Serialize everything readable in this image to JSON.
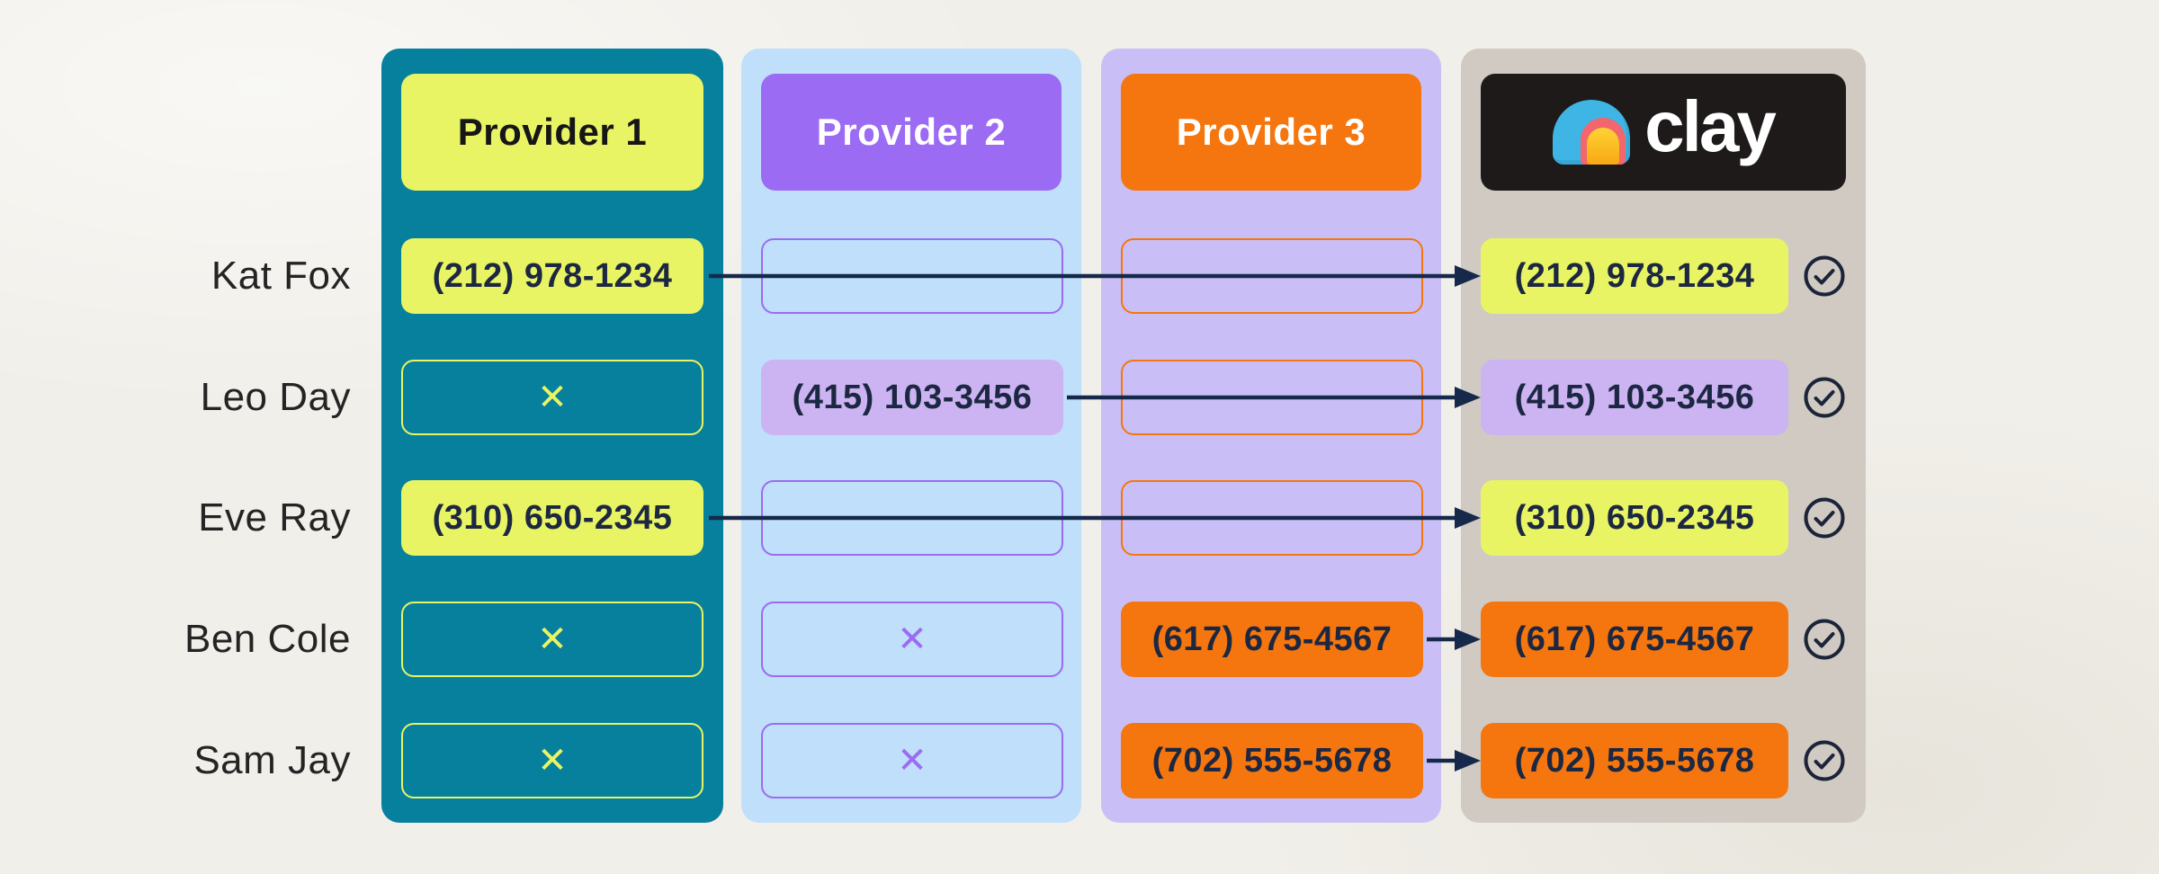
{
  "diagram": {
    "description_columns": [
      {
        "id": "provider1",
        "header": "Provider 1"
      },
      {
        "id": "provider2",
        "header": "Provider 2"
      },
      {
        "id": "provider3",
        "header": "Provider 3"
      },
      {
        "id": "clay",
        "brand": "clay"
      }
    ],
    "rows": [
      {
        "label": "Kat Fox",
        "provider1": "(212) 978-1234",
        "provider2": "",
        "provider3": "",
        "clay": "(212) 978-1234",
        "clay_source": "provider1",
        "verified": true
      },
      {
        "label": "Leo Day",
        "provider1": "✕",
        "provider2": "(415) 103-3456",
        "provider3": "",
        "clay": "(415) 103-3456",
        "clay_source": "provider2",
        "verified": true
      },
      {
        "label": "Eve Ray",
        "provider1": "(310) 650-2345",
        "provider2": "",
        "provider3": "",
        "clay": "(310) 650-2345",
        "clay_source": "provider1",
        "verified": true
      },
      {
        "label": "Ben Cole",
        "provider1": "✕",
        "provider2": "✕",
        "provider3": "(617) 675-4567",
        "clay": "(617) 675-4567",
        "clay_source": "provider3",
        "verified": true
      },
      {
        "label": "Sam Jay",
        "provider1": "✕",
        "provider2": "✕",
        "provider3": "(702) 555-5678",
        "clay": "(702) 555-5678",
        "clay_source": "provider3",
        "verified": true
      }
    ],
    "colors": {
      "background": "#f1efe9",
      "provider1_column": "#07809d",
      "provider1_accent": "#e9f464",
      "provider2_column": "#bfdffb",
      "provider2_accent": "#9b6bf3",
      "provider2_fill": "#ccb3f1",
      "provider3_column": "#c9bff6",
      "provider3_accent": "#f5760e",
      "clay_column": "#d0cac3",
      "clay_header_bg": "#1e1a19",
      "clay_logo_blue": "#3fb5e6",
      "clay_logo_pink": "#f2666d",
      "clay_logo_yellow": "#fdc52e",
      "arrow": "#16294b",
      "phone_text": "#1c2742"
    }
  }
}
